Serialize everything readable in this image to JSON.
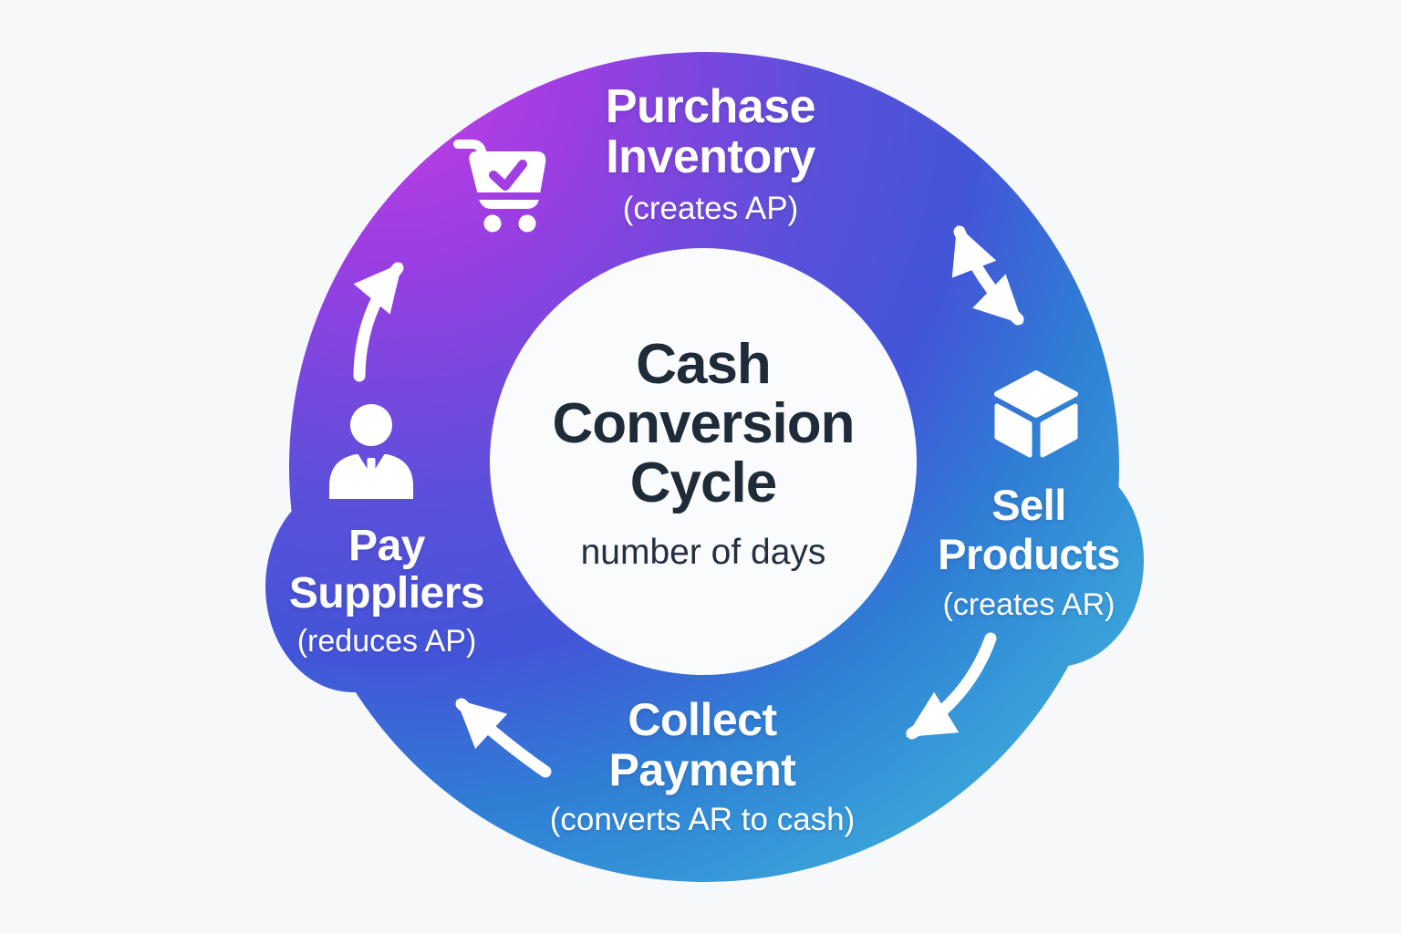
{
  "diagram": {
    "center": {
      "title": "Cash\nConversion\nCycle",
      "subtitle": "number of days"
    },
    "stages": [
      {
        "name": "purchase-inventory",
        "label": "Purchase\nInventory",
        "note": "(creates AP)",
        "icon": "shopping-cart-check-icon"
      },
      {
        "name": "sell-products",
        "label": "Sell\nProducts",
        "note": "(creates AR)",
        "icon": "package-cube-icon"
      },
      {
        "name": "collect-payment",
        "label": "Collect\nPayment",
        "note": "(converts AR to cash)",
        "icon": null
      },
      {
        "name": "pay-suppliers",
        "label": "Pay\nSuppliers",
        "note": "(reduces AP)",
        "icon": "supplier-person-icon"
      }
    ],
    "arrows": [
      "pay-to-purchase-up-arrow",
      "purchase-sell-double-arrow",
      "sell-to-collect-down-arrow",
      "collect-to-pay-left-arrow"
    ],
    "colors": {
      "background": "#f7f8f9",
      "center_circle": "#fafbfc",
      "center_text": "#1f2b38",
      "label_text": "#ffffff",
      "gradient": [
        "#c43fe4",
        "#9a3ee2",
        "#5b50da",
        "#4355d8",
        "#2f7fd5",
        "#3ba8da"
      ]
    }
  }
}
